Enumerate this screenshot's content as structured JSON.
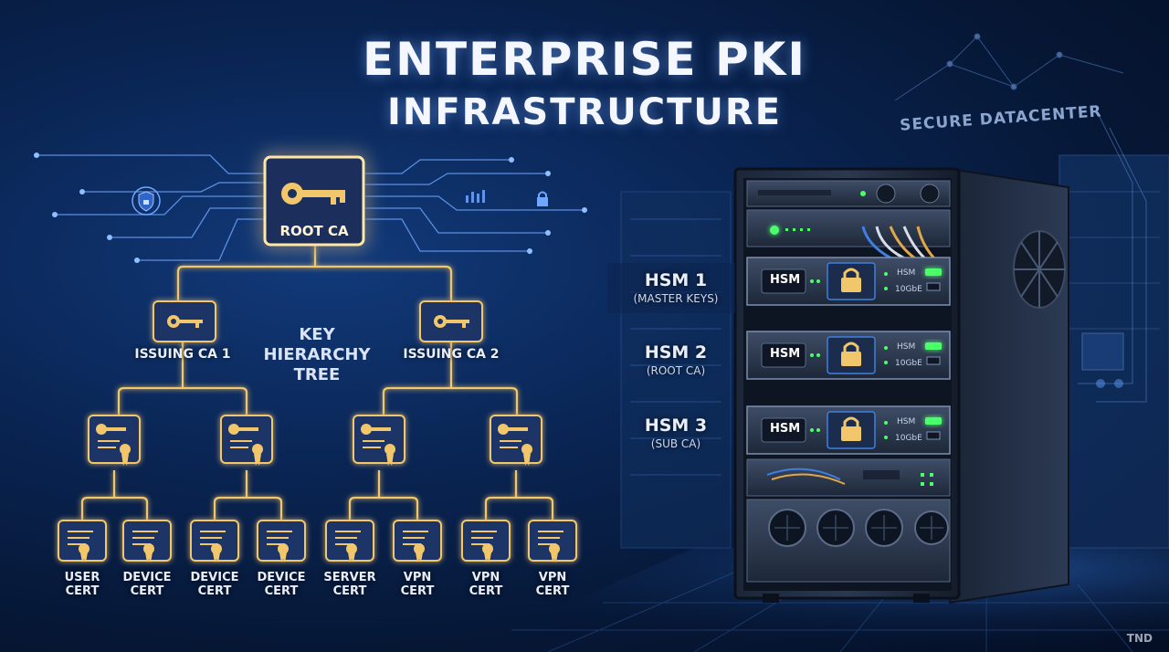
{
  "title": {
    "line1": "ENTERPRISE PKI",
    "line2": "INFRASTRUCTURE"
  },
  "datacenter_label": "SECURE DATACENTER",
  "tree": {
    "center_label": [
      "KEY",
      "HIERARCHY",
      "TREE"
    ],
    "root": "ROOT CA",
    "issuing": [
      {
        "label": "ISSUING CA 1",
        "leaves": [
          [
            "USER",
            "CERT"
          ],
          [
            "DEVICE",
            "CERT"
          ],
          [
            "DEVICE",
            "CERT"
          ],
          [
            "DEVICE",
            "CERT"
          ]
        ]
      },
      {
        "label": "ISSUING CA 2",
        "leaves": [
          [
            "SERVER",
            "CERT"
          ],
          [
            "VPN",
            "CERT"
          ],
          [
            "VPN",
            "CERT"
          ],
          [
            "VPN",
            "CERT"
          ]
        ]
      }
    ]
  },
  "hsms": [
    {
      "label": "HSM 1",
      "role": "(MASTER KEYS)",
      "tag": "HSM",
      "side": "HSM",
      "port": "10GbE"
    },
    {
      "label": "HSM 2",
      "role": "(ROOT CA)",
      "tag": "HSM",
      "side": "HSM",
      "port": "10GbE"
    },
    {
      "label": "HSM 3",
      "role": "(SUB CA)",
      "tag": "HSM",
      "side": "HSM",
      "port": "10GbE"
    }
  ],
  "watermark": "TND",
  "colors": {
    "gold": "#f2c66a",
    "glow": "#ffe7a8",
    "accent_blue": "#3f7fe0",
    "led_green": "#4cff6a"
  }
}
